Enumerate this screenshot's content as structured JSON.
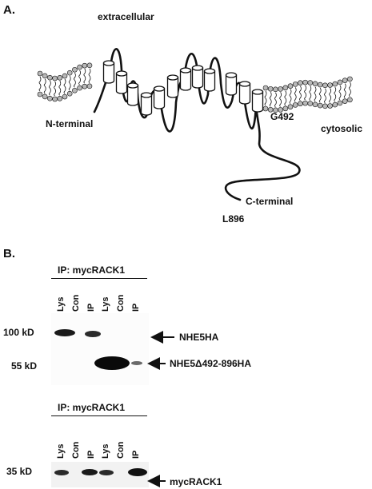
{
  "panel_a": {
    "label": "A.",
    "extracellular": "extracellular",
    "cytosolic": "cytosolic",
    "n_terminal": "N-terminal",
    "c_terminal": "C-terminal",
    "g492": "G492",
    "l896": "L896",
    "tm_segments": 12
  },
  "panel_b": {
    "label": "B.",
    "blot1": {
      "ip_title": "IP: mycRACK1",
      "lanes": [
        "Lys",
        "Con",
        "IP",
        "Lys",
        "Con",
        "IP"
      ],
      "markers": [
        "100 kD",
        "55 kD"
      ],
      "arrows": [
        "NHE5HA",
        "NHE5Δ492-896HA"
      ]
    },
    "blot2": {
      "ip_title": "IP: mycRACK1",
      "lanes": [
        "Lys",
        "Con",
        "IP",
        "Lys",
        "Con",
        "IP"
      ],
      "markers": [
        "35 kD"
      ],
      "arrows": [
        "mycRACK1"
      ]
    }
  },
  "colors": {
    "ink": "#111111",
    "lipid_head": "#b8b8b8"
  }
}
